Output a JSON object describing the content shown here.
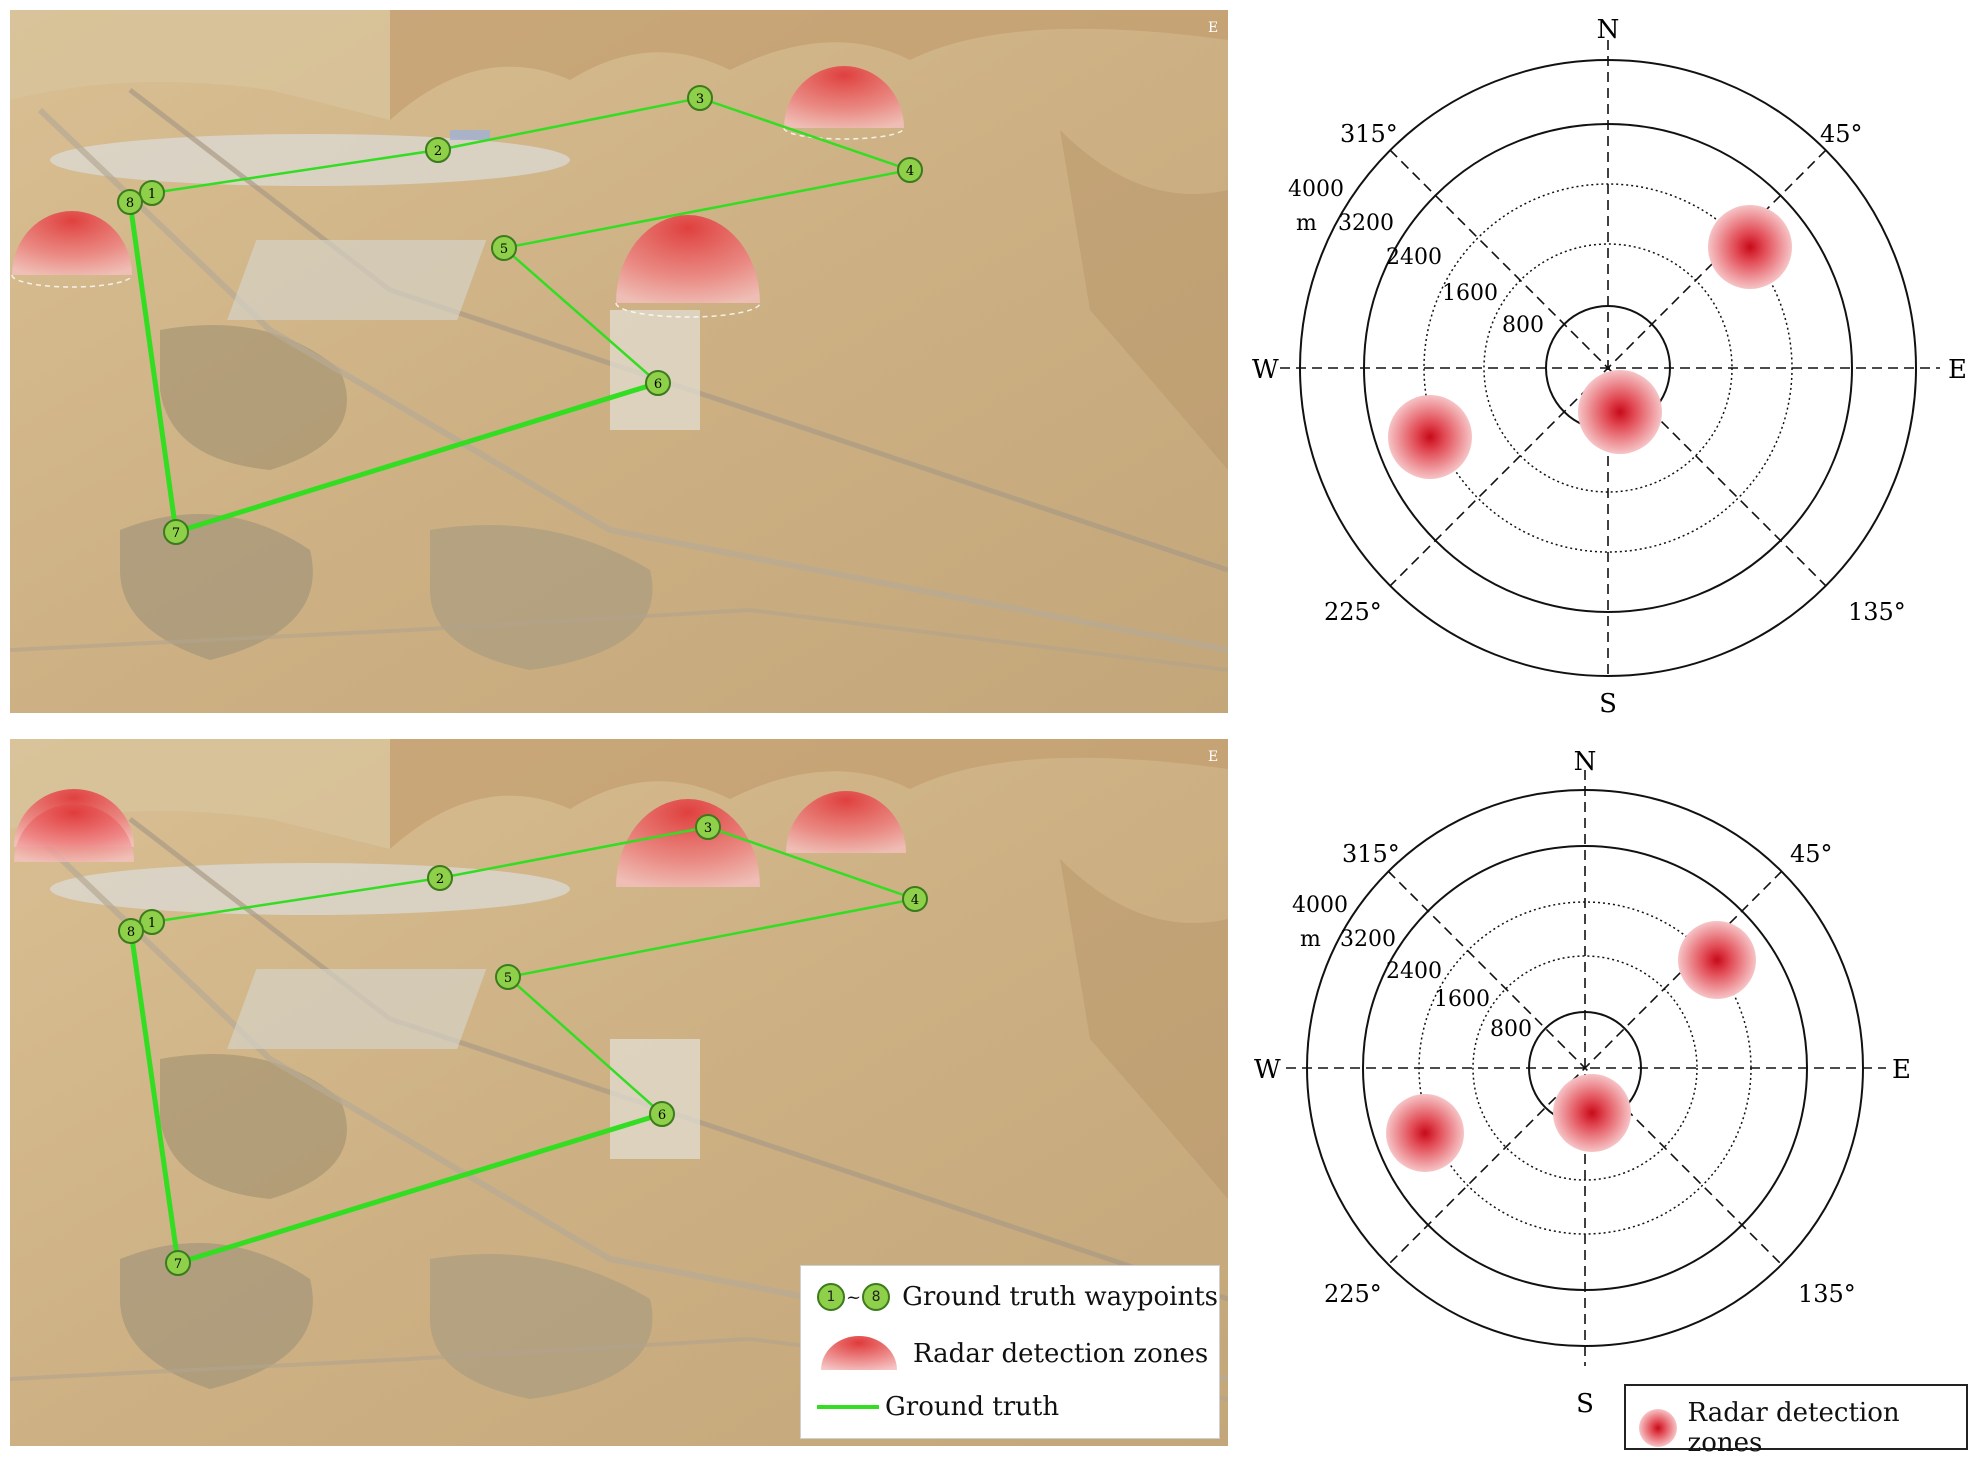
{
  "maps": [
    {
      "id": "top",
      "waypoints": [
        "1",
        "2",
        "3",
        "4",
        "5",
        "6",
        "7",
        "8"
      ],
      "corner_text": "E"
    },
    {
      "id": "bottom",
      "waypoints": [
        "1",
        "2",
        "3",
        "4",
        "5",
        "6",
        "7",
        "8"
      ],
      "corner_text": "E"
    }
  ],
  "map_legend": {
    "waypoints_from": "1",
    "waypoints_sep": "~",
    "waypoints_to": "8",
    "waypoints_label": "Ground truth waypoints",
    "radar_label": "Radar detection zones",
    "track_label": "Ground truth"
  },
  "polar": {
    "directions": {
      "n": "N",
      "s": "S",
      "e": "E",
      "w": "W"
    },
    "angles": {
      "a315": "315°",
      "a45": "45°",
      "a225": "225°",
      "a135": "135°"
    },
    "range_labels": [
      "4000",
      "3200",
      "2400",
      "1600",
      "800"
    ],
    "range_unit": "m"
  },
  "polar_legend": {
    "label": "Radar detection zones"
  },
  "colors": {
    "track": "#33dd22",
    "waypoint_fill": "#8ed04a",
    "radar_zone": "#e04848",
    "terrain": "#cfb387"
  }
}
